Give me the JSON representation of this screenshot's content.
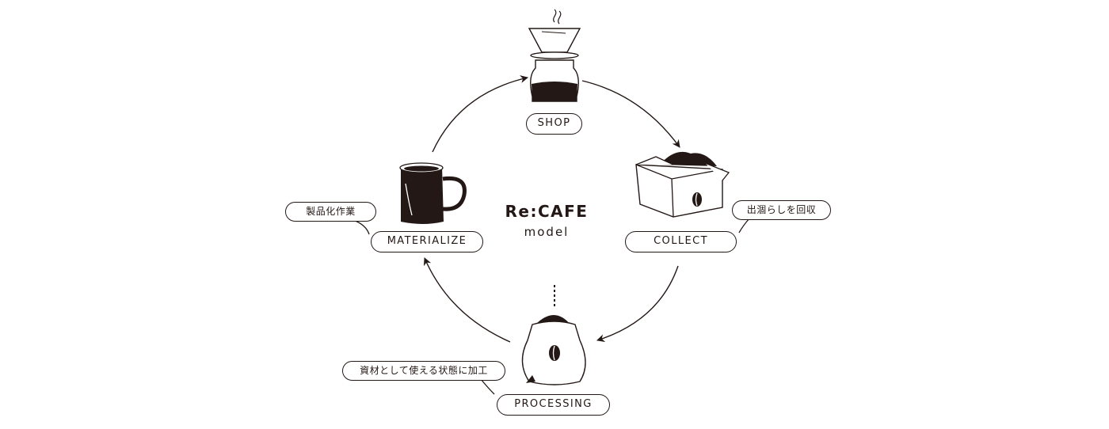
{
  "diagram": {
    "title": "Re:CAFE",
    "subtitle": "model",
    "stages": {
      "shop": {
        "label": "SHOP",
        "icon": "pour-over-coffee-icon"
      },
      "collect": {
        "label": "COLLECT",
        "icon": "coffee-grounds-box-icon",
        "note": "出涸らしを回収"
      },
      "processing": {
        "label": "PROCESSING",
        "icon": "coffee-sack-icon",
        "note": "資材として使える状態に加工"
      },
      "materialize": {
        "label": "MATERIALIZE",
        "icon": "mug-icon",
        "note": "製品化作業"
      }
    },
    "colors": {
      "ink": "#231815",
      "background": "#ffffff"
    }
  }
}
